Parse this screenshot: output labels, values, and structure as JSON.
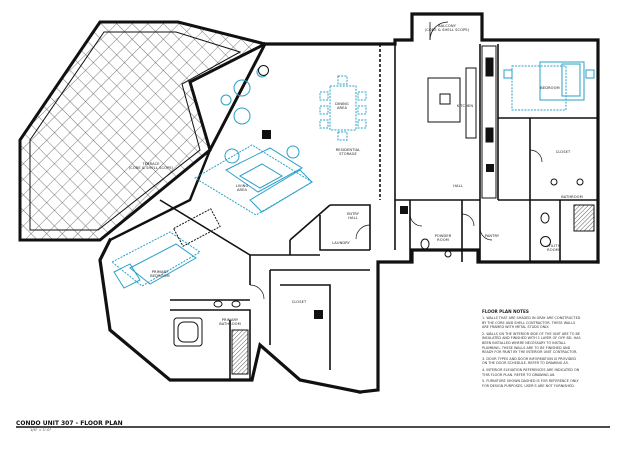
{
  "drawing": {
    "title": "CONDO UNIT 307 - FLOOR PLAN",
    "scale": "1/4\" = 1'-0\""
  },
  "rooms": {
    "balcony": "BALCONY\n(CORE & SHELL SCOPE)",
    "terrace": "TERRACE\n(CORE & SHELL SCOPE)",
    "dining": "DINING\nAREA",
    "kitchen": "KITCHEN",
    "bedroom": "BEDROOM",
    "closet_bed": "CLOSET",
    "bathroom": "BATHROOM",
    "utility": "UTILITY\nROOM",
    "living": "LIVING\nAREA",
    "residential_storage": "RESIDENTIAL\nSTORAGE",
    "hall": "HALL",
    "entry": "ENTRY\nHALL",
    "laundry": "LAUNDRY",
    "powder": "POWDER\nROOM",
    "pantry": "PANTRY",
    "primary_bedroom": "PRIMARY\nBEDROOM",
    "closet_primary": "CLOSET",
    "primary_bathroom": "PRIMARY\nBATHROOM"
  },
  "notes": {
    "title": "FLOOR PLAN NOTES",
    "items": [
      "1. WALLS THAT ARE SHADED IN GRAY ARE CONSTRUCTED BY THE CORE AND SHELL CONTRACTOR. THESE WALLS ARE FRAMED WITH METAL STUDS ONLY.",
      "2. WALLS ON THE INTERIOR SIDE OF THE UNIT ARE TO BE INSULATED AND FINISHED WITH 1 LAYER OF GYP. BD. HAS BEEN INSTALLED WHERE NECESSARY TO INSTALL PLUMBING. THESE WALLS ARE TO BE FINISHED AND READY FOR PAINT BY THE INTERIOR UNIT CONTRACTOR.",
      "3. DOOR TYPES AND DOOR INFORMATION IS PROVIDED ON THE DOOR SCHEDULE. REFER TO DRAWING A5.",
      "4. INTERIOR ELEVATION REFERENCES ARE INDICATED ON THIS FLOOR PLAN. REFER TO DRAWING A6.",
      "5. FURNITURE SHOWN DASHED IS FOR REFERENCE ONLY FOR DESIGN PURPOSES. USER'S ARE NOT FURNISHED."
    ]
  },
  "colors": {
    "ink": "#111111",
    "furniture": "#2aa0c8",
    "paving": "#555555"
  }
}
